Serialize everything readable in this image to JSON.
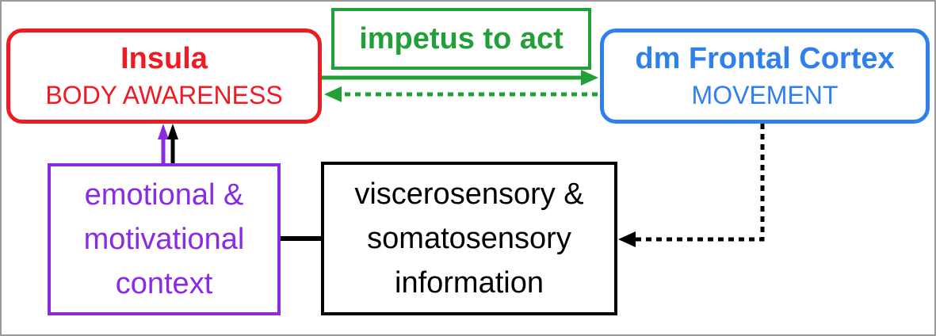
{
  "colors": {
    "insula": "#ed1c24",
    "frontal": "#2f80ed",
    "impetus": "#22a038",
    "context": "#8a2be2",
    "sensory": "#000000",
    "frame": "#999999"
  },
  "insula": {
    "title": "Insula",
    "subtitle": "BODY AWARENESS"
  },
  "frontal_cortex": {
    "title": "dm Frontal Cortex",
    "subtitle": "MOVEMENT"
  },
  "impetus": {
    "label": "impetus to act"
  },
  "context": {
    "lines": [
      "emotional &",
      "motivational",
      "context"
    ]
  },
  "sensory": {
    "lines": [
      "viscerosensory &",
      "somatosensory",
      "information"
    ]
  }
}
